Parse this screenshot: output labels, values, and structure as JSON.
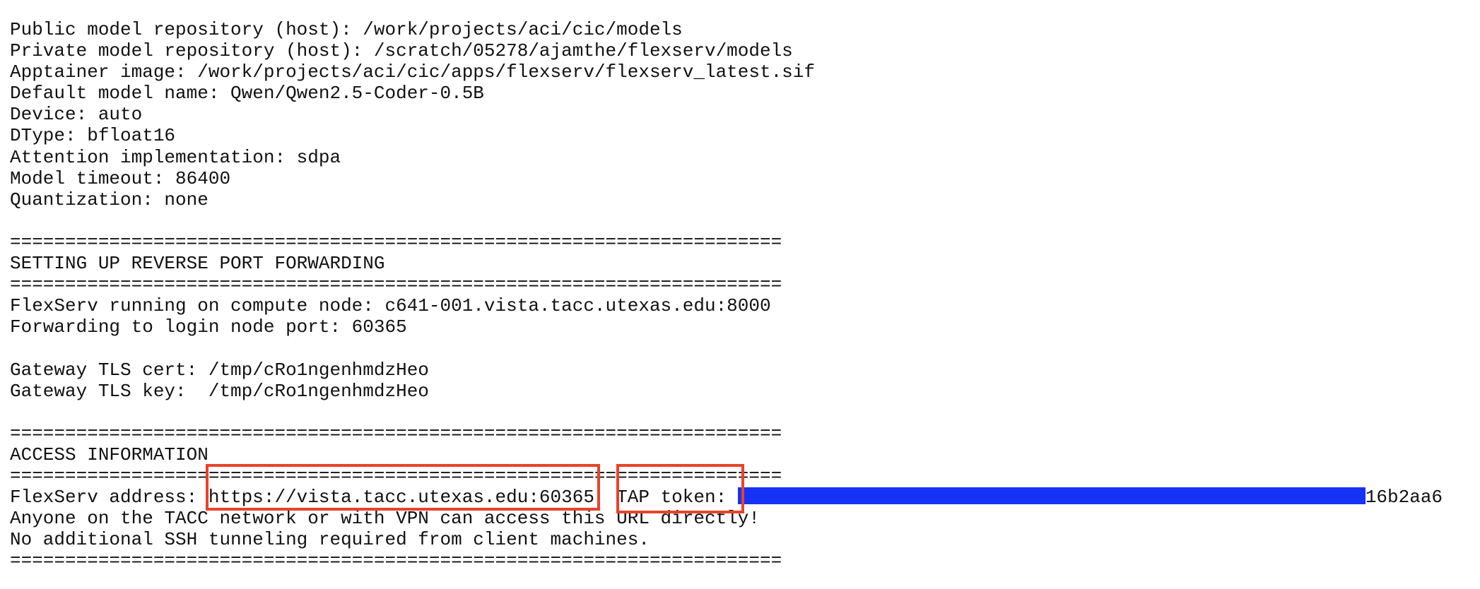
{
  "terminal": {
    "lines": [
      "Public model repository (host): /work/projects/aci/cic/models",
      "Private model repository (host): /scratch/05278/ajamthe/flexserv/models",
      "Apptainer image: /work/projects/aci/cic/apps/flexserv/flexserv_latest.sif",
      "Default model name: Qwen/Qwen2.5-Coder-0.5B",
      "Device: auto",
      "DType: bfloat16",
      "Attention implementation: sdpa",
      "Model timeout: 86400",
      "Quantization: none",
      "",
      "======================================================================",
      "SETTING UP REVERSE PORT FORWARDING",
      "======================================================================",
      "FlexServ running on compute node: c641-001.vista.tacc.utexas.edu:8000",
      "Forwarding to login node port: 60365",
      "",
      "Gateway TLS cert: /tmp/cRo1ngenhmdzHeo",
      "Gateway TLS key:  /tmp/cRo1ngenhmdzHeo",
      "",
      "======================================================================",
      "ACCESS INFORMATION",
      "======================================================================"
    ],
    "address_line": {
      "label": "FlexServ address: ",
      "url": "https://vista.tacc.utexas.edu:60365",
      "separator": "  ",
      "token_label": "TAP token: ",
      "token_suffix": "16b2aa6"
    },
    "after_lines": [
      "Anyone on the TACC network or with VPN can access this URL directly!",
      "No additional SSH tunneling required from client machines.",
      "======================================================================"
    ]
  },
  "colors": {
    "highlight_box": "#e8432a",
    "redaction": "#1633f5"
  }
}
